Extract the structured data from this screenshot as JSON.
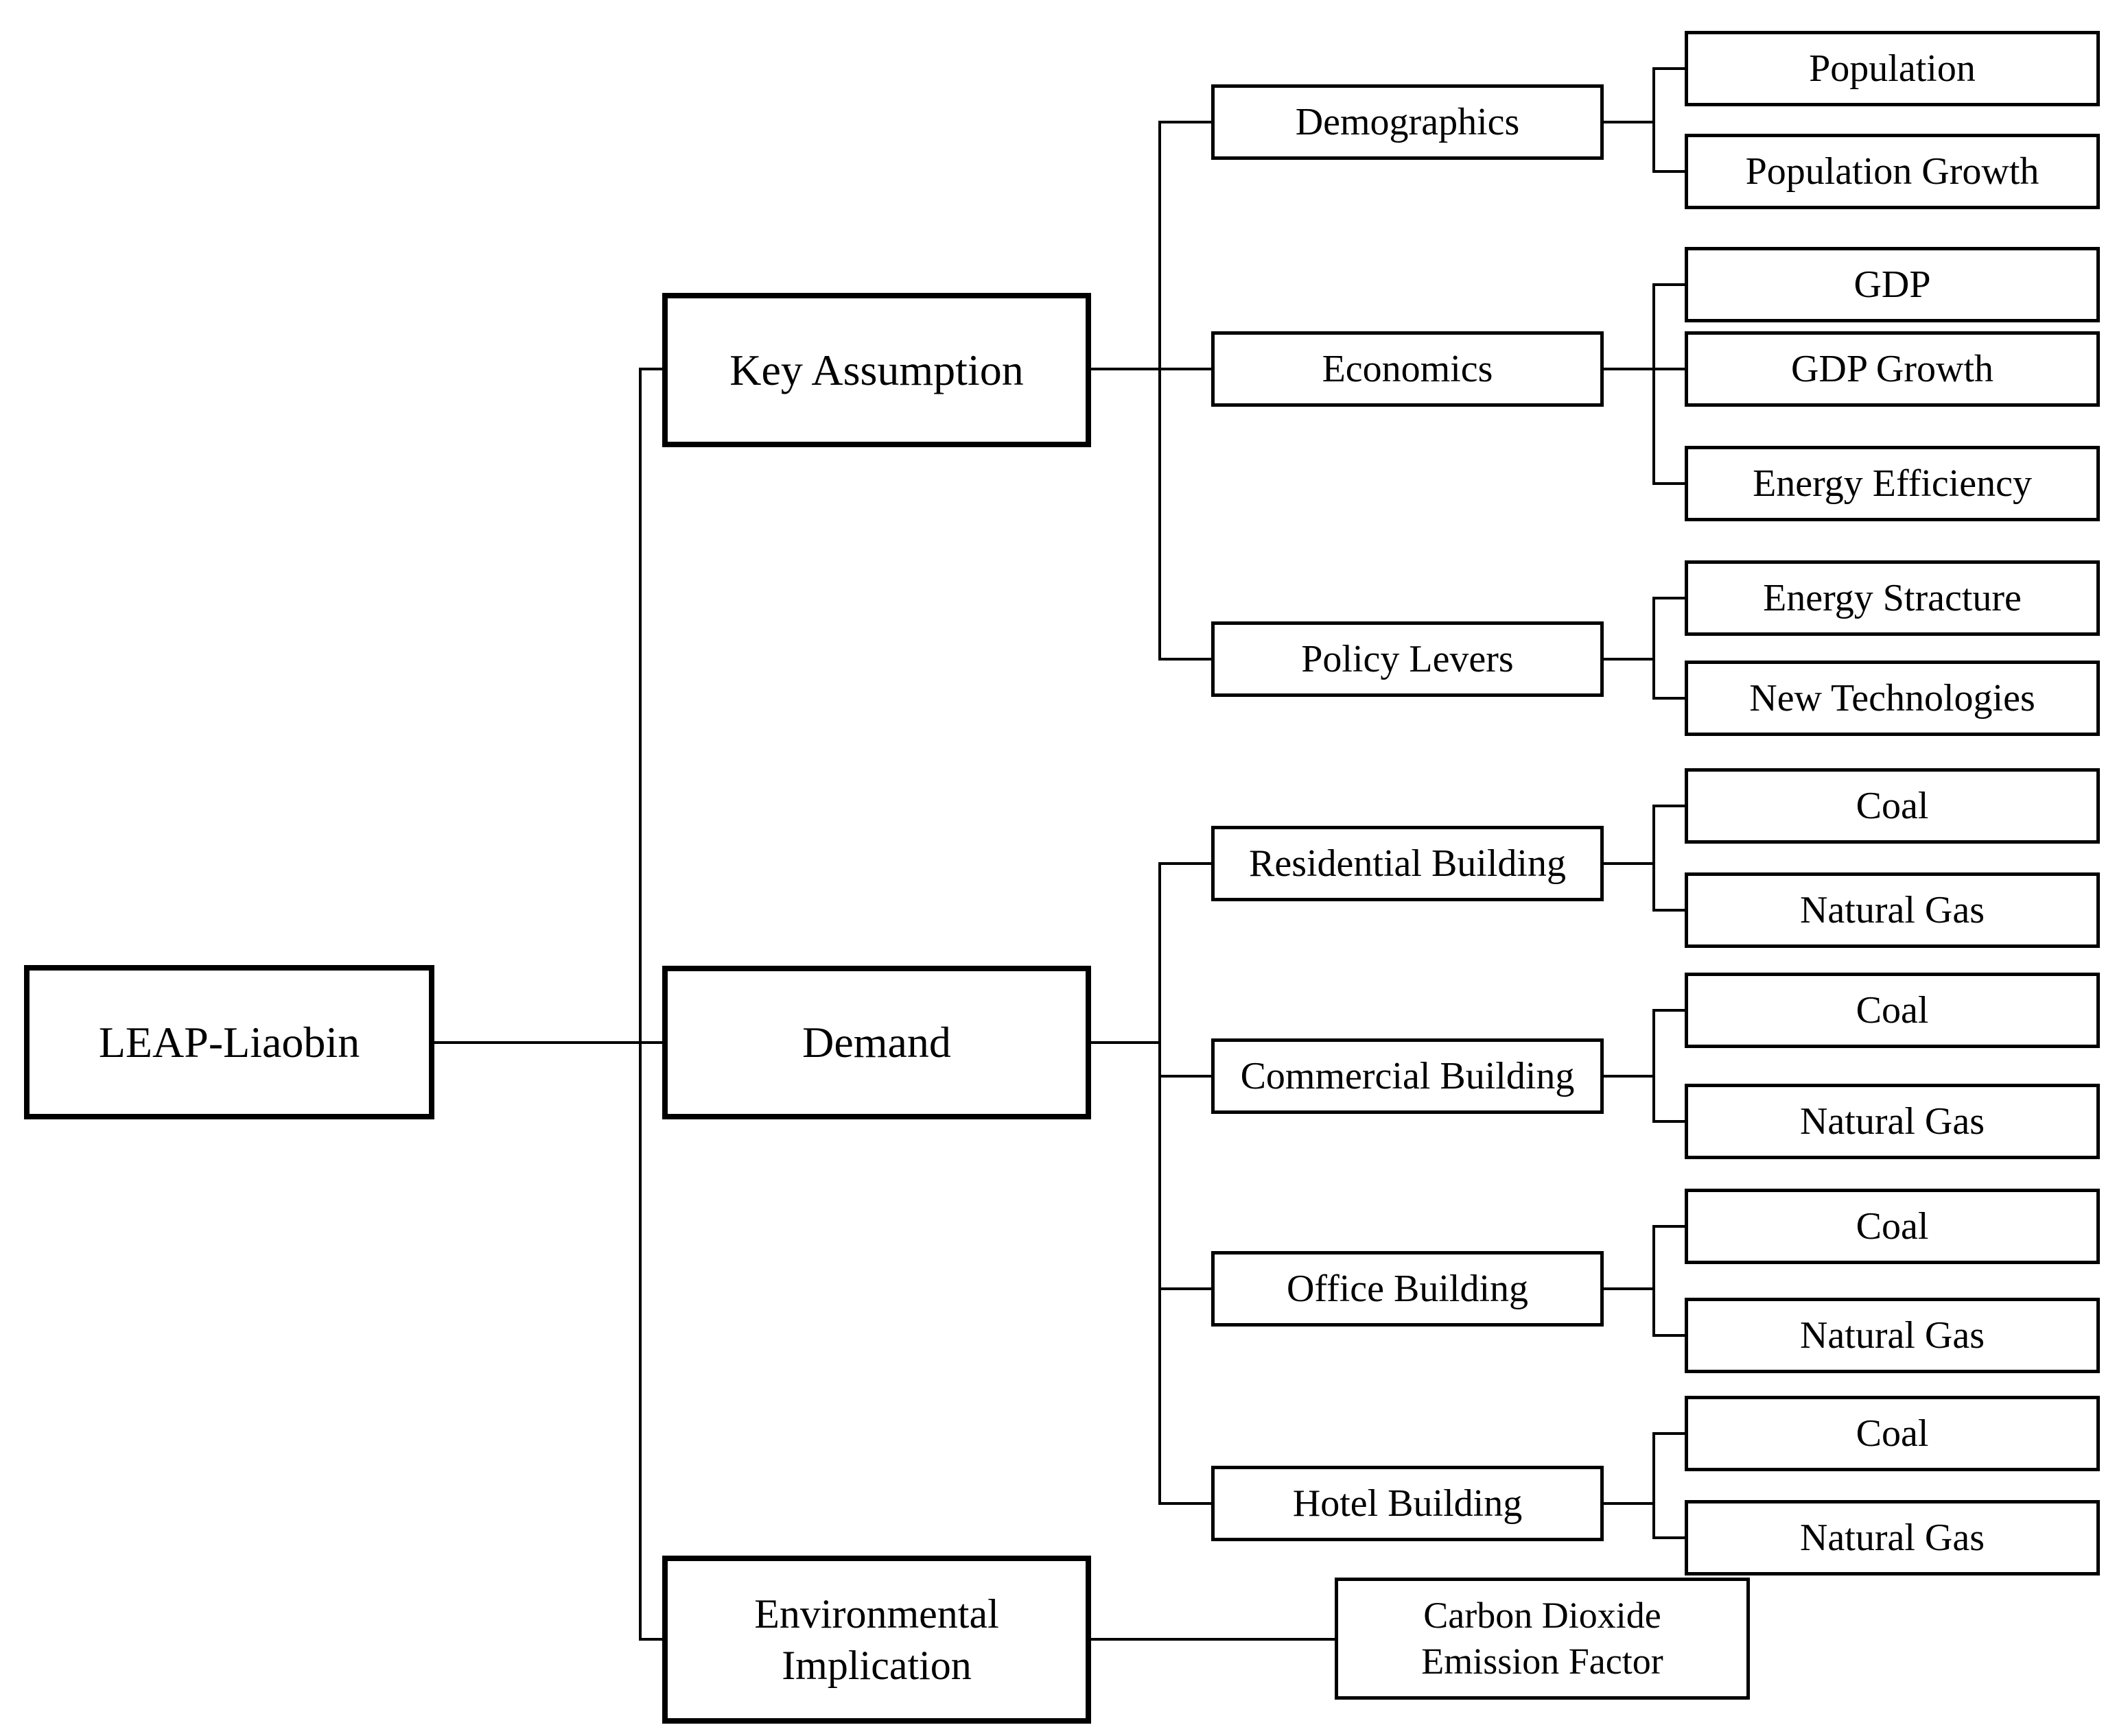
{
  "diagram": {
    "type": "tree",
    "orientation": "left-to-right",
    "colors": {
      "background": "#ffffff",
      "line": "#000000",
      "box_border": "#000000",
      "box_fill": "#ffffff",
      "text": "#000000"
    }
  },
  "tree": {
    "root": {
      "label": "LEAP-Liaobin",
      "children": [
        {
          "label": "Key Assumption",
          "children": [
            {
              "label": "Demographics",
              "children": [
                {
                  "label": "Population"
                },
                {
                  "label": "Population Growth"
                }
              ]
            },
            {
              "label": "Economics",
              "children": [
                {
                  "label": "GDP"
                },
                {
                  "label": "GDP Growth"
                },
                {
                  "label": "Energy Efficiency"
                }
              ]
            },
            {
              "label": "Policy Levers",
              "children": [
                {
                  "label": "Energy Stracture"
                },
                {
                  "label": "New Technologies"
                }
              ]
            }
          ]
        },
        {
          "label": "Demand",
          "children": [
            {
              "label": "Residential Building",
              "children": [
                {
                  "label": "Coal"
                },
                {
                  "label": "Natural Gas"
                }
              ]
            },
            {
              "label": "Commercial Building",
              "children": [
                {
                  "label": "Coal"
                },
                {
                  "label": "Natural Gas"
                }
              ]
            },
            {
              "label": "Office Building",
              "children": [
                {
                  "label": "Coal"
                },
                {
                  "label": "Natural Gas"
                }
              ]
            },
            {
              "label": "Hotel Building",
              "children": [
                {
                  "label": "Coal"
                },
                {
                  "label": "Natural Gas"
                }
              ]
            }
          ]
        },
        {
          "label": "Environmental Implication",
          "children": [
            {
              "label": "Carbon Dioxide Emission Factor"
            }
          ]
        }
      ]
    }
  }
}
